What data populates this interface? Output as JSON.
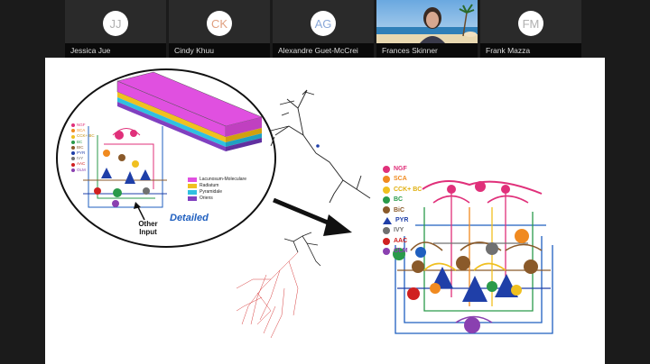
{
  "participants": [
    {
      "initials": "JJ",
      "name": "Jessica Jue",
      "color": "#b0b0b0",
      "video": false
    },
    {
      "initials": "CK",
      "name": "Cindy Khuu",
      "color": "#e0a080",
      "video": false
    },
    {
      "initials": "AG",
      "name": "Alexandre Guet-McCrei",
      "color": "#8aa8d8",
      "video": false
    },
    {
      "initials": "",
      "name": "Frances Skinner",
      "color": "",
      "video": true
    },
    {
      "initials": "FM",
      "name": "Frank Mazza",
      "color": "#b0b0b0",
      "video": false
    }
  ],
  "slide": {
    "small_legend": [
      {
        "label": "NGF",
        "color": "#e0307a"
      },
      {
        "label": "SCA",
        "color": "#f08a20"
      },
      {
        "label": "CCK+ BC",
        "color": "#f0c020"
      },
      {
        "label": "BC",
        "color": "#2a9a4a"
      },
      {
        "label": "BIC",
        "color": "#8a5a2a"
      },
      {
        "label": "PYR",
        "color": "#1f3fa8"
      },
      {
        "label": "IVY",
        "color": "#707070"
      },
      {
        "label": "AAC",
        "color": "#d02020"
      },
      {
        "label": "OLM",
        "color": "#8a40b0"
      }
    ],
    "layers": [
      {
        "label": "Lacunosum-Moleculare",
        "color": "#e050e0"
      },
      {
        "label": "Radiatum",
        "color": "#f0c020"
      },
      {
        "label": "Pyramidale",
        "color": "#30c0e0"
      },
      {
        "label": "Oriens",
        "color": "#8040c0"
      }
    ],
    "other_input": "Other Input",
    "detailed": "Detailed",
    "big_legend": [
      {
        "label": "NGF",
        "color": "#e0307a",
        "shape": "dot"
      },
      {
        "label": "SCA",
        "color": "#f08a20",
        "shape": "dot"
      },
      {
        "label": "CCK+ BC",
        "color": "#f0c020",
        "shape": "dot"
      },
      {
        "label": "BC",
        "color": "#2a9a4a",
        "shape": "dot"
      },
      {
        "label": "BiC",
        "color": "#8a5a2a",
        "shape": "dot"
      },
      {
        "label": "PYR",
        "color": "#1f3fa8",
        "shape": "tri"
      },
      {
        "label": "IVY",
        "color": "#707070",
        "shape": "dot"
      },
      {
        "label": "AAC",
        "color": "#d02020",
        "shape": "dot"
      },
      {
        "label": "OLM",
        "color": "#8a40b0",
        "shape": "dot"
      }
    ]
  }
}
